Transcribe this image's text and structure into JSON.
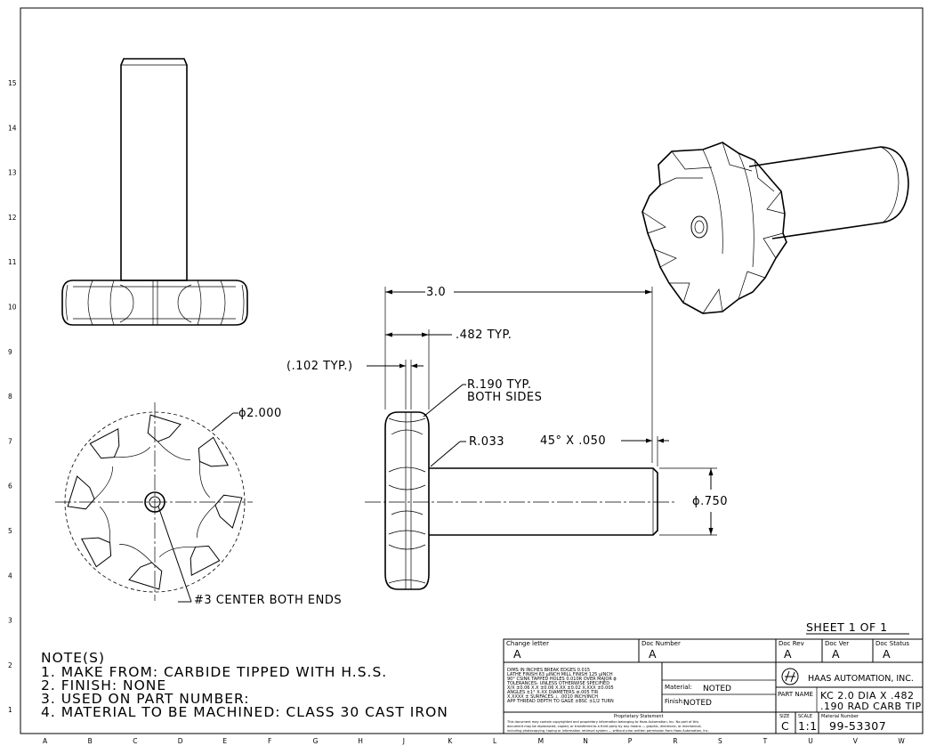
{
  "grid": {
    "rows": [
      "15",
      "14",
      "13",
      "12",
      "11",
      "10",
      "9",
      "8",
      "7",
      "6",
      "5",
      "4",
      "3",
      "2",
      "1"
    ],
    "cols": [
      "A",
      "B",
      "C",
      "D",
      "E",
      "F",
      "G",
      "H",
      "J",
      "K",
      "L",
      "M",
      "N",
      "P",
      "R",
      "S",
      "T",
      "U",
      "V",
      "W"
    ]
  },
  "dimensions": {
    "overall_length": "3.0",
    "tip_width": ".482 TYP.",
    "groove_width": "(.102 TYP.)",
    "radius_190_line1": "R.190 TYP.",
    "radius_190_line2": "BOTH SIDES",
    "radius_033": "R.033",
    "chamfer": "45° X .050",
    "cutter_diameter": "ϕ2.000",
    "shank_diameter": "ϕ.750",
    "center_note": "#3 CENTER BOTH ENDS"
  },
  "notes": {
    "title": "NOTE(S)",
    "items": [
      "1. MAKE FROM: CARBIDE TIPPED WITH H.S.S.",
      "2. FINISH: NONE",
      "3. USED ON PART NUMBER:",
      "4. MATERIAL TO BE MACHINED: CLASS 30 CAST IRON"
    ]
  },
  "title_block": {
    "sheet": "SHEET 1 OF 1",
    "change_letter_label": "Change letter",
    "change_letter": "A",
    "doc_number_label": "Doc Number",
    "doc_number": "A",
    "doc_rev_label": "Doc Rev",
    "doc_rev": "A",
    "doc_ver_label": "Doc Ver",
    "doc_ver": "A",
    "doc_status_label": "Doc Status",
    "doc_status": "A",
    "tolerances": [
      "DIMS IN INCHES BREAK EDGES 0.015",
      "LATHE FINISH 63 μINCH MILL FINISH 125 μINCH",
      "90° CSINK TAPPED HOLES 0.010R OVER MAJOR ϕ",
      "TOLERANCES- UNLESS OTHERWISE SPECIFIED",
      "X/X ±0.06 X.X ±0.06 X.XX ±0.02 X.XXX ±0.005",
      "ANGLES ±1° X.XX DIAMETERS ⊚.005 TIR",
      "X.XXXX ±  SURFACES ⊥ .0010 INCH/INCH",
      "APP THREAD DEPTH TO GAGE ±BSC ±1/2 TURN"
    ],
    "material_label": "Material:",
    "material": "NOTED",
    "finish_label": "Finish:",
    "finish": "NOTED",
    "company": "HAAS AUTOMATION, INC.",
    "part_name_label": "PART NAME",
    "part_name_line1": "KC 2.0 DIA X .482",
    "part_name_line2": ".190 RAD CARB TIP",
    "proprietary_title": "Proprietary Statement",
    "proprietary_lines": [
      "This document may contain copyrighted and proprietary information belonging to Haas Automation, Inc. No part of this",
      "document may be reproduced, copied, or transferred to a third party by any means — graphic, electronic, or mechanical,",
      "including photocopying, taping or information retrieval system — without prior written permission from Haas Automation, Inc."
    ],
    "size_label": "SIZE",
    "size": "C",
    "scale_label": "SCALE",
    "scale": "1:1",
    "material_number_label": "Material Number",
    "material_number": "99-53307"
  }
}
